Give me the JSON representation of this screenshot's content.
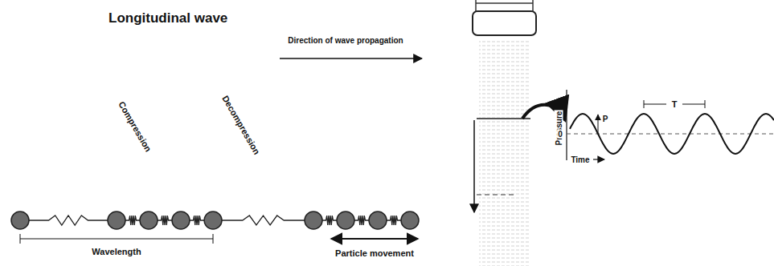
{
  "diagram": {
    "title": "Longitudinal wave",
    "labels": [
      "Compression",
      "Decompression",
      "Direction of wave propagation",
      "Wavelength",
      "Particle movement",
      "Pressure",
      "0",
      "P",
      "T",
      "Time"
    ]
  }
}
